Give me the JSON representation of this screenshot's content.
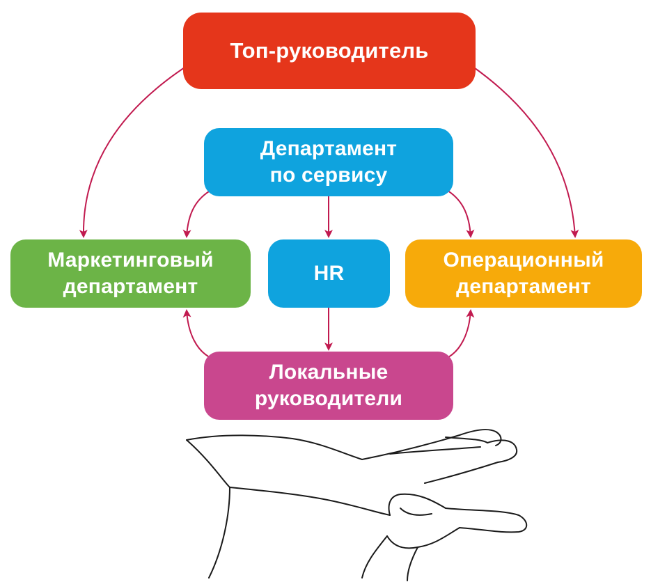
{
  "colors": {
    "top": "#e5361b",
    "service": "#0fa3de",
    "marketing": "#6cb447",
    "hr": "#0fa3de",
    "operations": "#f7aa0a",
    "local": "#c9478e",
    "arrow": "#c11a4f",
    "hand_stroke": "#1a1a1a"
  },
  "nodes": {
    "top": {
      "lines": [
        "Топ-руководитель"
      ]
    },
    "service": {
      "lines": [
        "Департамент",
        "по сервису"
      ]
    },
    "marketing": {
      "lines": [
        "Маркетинговый",
        "департамент"
      ]
    },
    "hr": {
      "lines": [
        "HR"
      ]
    },
    "operations": {
      "lines": [
        "Операционный",
        "департамент"
      ]
    },
    "local": {
      "lines": [
        "Локальные",
        "руководители"
      ]
    }
  },
  "edges": [
    {
      "from": "top",
      "to": "marketing"
    },
    {
      "from": "top",
      "to": "operations"
    },
    {
      "from": "service",
      "to": "marketing"
    },
    {
      "from": "service",
      "to": "hr"
    },
    {
      "from": "service",
      "to": "operations"
    },
    {
      "from": "hr",
      "to": "local"
    },
    {
      "from": "local",
      "to": "marketing"
    },
    {
      "from": "local",
      "to": "operations"
    }
  ],
  "icons": {
    "hand": "open-palm-hand-icon"
  }
}
